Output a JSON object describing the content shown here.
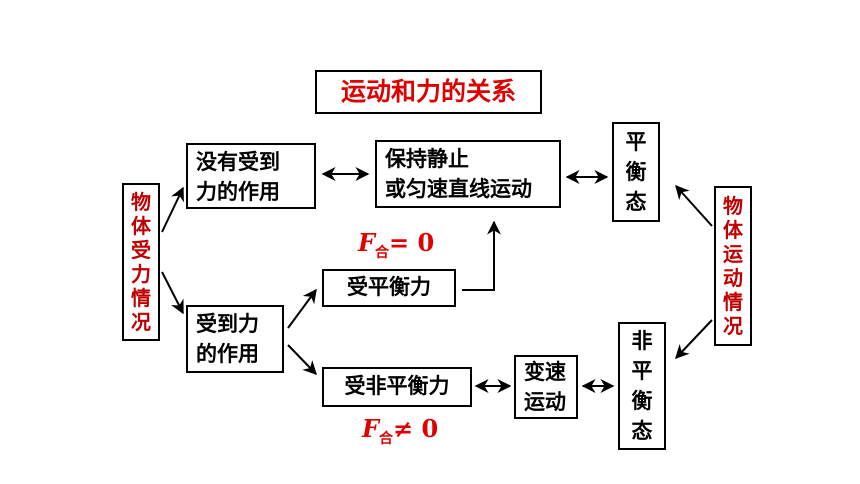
{
  "title": "运动和力的关系",
  "left_label": [
    "物",
    "体",
    "受",
    "力",
    "情",
    "况"
  ],
  "right_label": [
    "物",
    "体",
    "运",
    "动",
    "情",
    "况"
  ],
  "no_force": [
    "没有受到",
    "力的作用"
  ],
  "with_force": [
    "受到力",
    "的作用"
  ],
  "balanced_force": "受平衡力",
  "unbalanced_force": "受非平衡力",
  "stay_state": [
    "保持静止",
    "或匀速直线运动"
  ],
  "changing_motion": [
    "变速",
    "运动"
  ],
  "equilibrium_state": [
    "平",
    "衡",
    "态"
  ],
  "non_equilibrium_state": [
    "非",
    "平",
    "衡",
    "态"
  ],
  "formula_zero": {
    "symbol": "F",
    "subscript": "合",
    "relation": "= 0"
  },
  "formula_nonzero": {
    "symbol": "F",
    "subscript": "合",
    "relation": "≠ 0"
  },
  "colors": {
    "accent_red": "#e00000",
    "label_red": "#c00000",
    "stroke": "#000000"
  }
}
